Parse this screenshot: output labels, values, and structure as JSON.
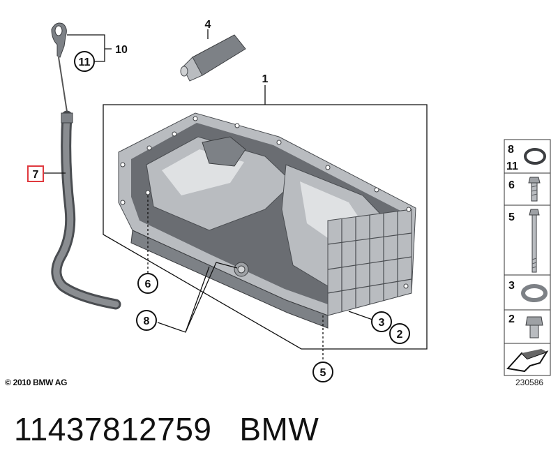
{
  "callouts": {
    "c1": "1",
    "c2": "2",
    "c3": "3",
    "c4": "4",
    "c5": "5",
    "c6": "6",
    "c7": "7",
    "c8": "8",
    "c10": "10",
    "c11": "11"
  },
  "legend": {
    "items": [
      {
        "labels": [
          "8",
          "11"
        ],
        "icon": "sealing-ring-icon"
      },
      {
        "labels": [
          "6"
        ],
        "icon": "short-bolt-icon"
      },
      {
        "labels": [
          "5"
        ],
        "icon": "long-bolt-icon"
      },
      {
        "labels": [
          "3"
        ],
        "icon": "washer-icon"
      },
      {
        "labels": [
          "2"
        ],
        "icon": "drain-plug-icon"
      },
      {
        "labels": [],
        "icon": "arrow-pointer-icon"
      }
    ]
  },
  "drawing_id": "230586",
  "copyright": "© 2010 BMW AG",
  "footer": {
    "part_number": "11437812759",
    "brand": "BMW"
  },
  "colors": {
    "highlight_box": "#e0393e",
    "metal": "#b9bcc0",
    "dark_metal": "#7d8186"
  }
}
